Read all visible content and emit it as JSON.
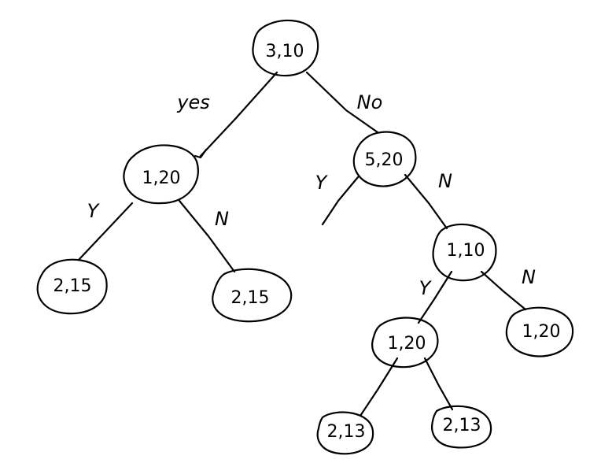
{
  "tree": {
    "nodes": [
      {
        "id": "root",
        "label": "3,10"
      },
      {
        "id": "n-left",
        "label": "1,20"
      },
      {
        "id": "n-right",
        "label": "5,20"
      },
      {
        "id": "n-ll",
        "label": "2,15"
      },
      {
        "id": "n-lr",
        "label": "2,15"
      },
      {
        "id": "n-rr",
        "label": "1,10"
      },
      {
        "id": "n-rrl",
        "label": "1,20"
      },
      {
        "id": "n-rrr",
        "label": "1,20"
      },
      {
        "id": "n-rrll",
        "label": "2,13"
      },
      {
        "id": "n-rrlr",
        "label": "2,13"
      }
    ],
    "edge_labels": [
      {
        "id": "root-left",
        "label": "yes"
      },
      {
        "id": "root-right",
        "label": "No"
      },
      {
        "id": "left-ll",
        "label": "Y"
      },
      {
        "id": "left-lr",
        "label": "N"
      },
      {
        "id": "right-l",
        "label": "Y"
      },
      {
        "id": "right-rr",
        "label": "N"
      },
      {
        "id": "rr-rrl",
        "label": "Y"
      },
      {
        "id": "rr-rrr",
        "label": "N"
      }
    ]
  }
}
